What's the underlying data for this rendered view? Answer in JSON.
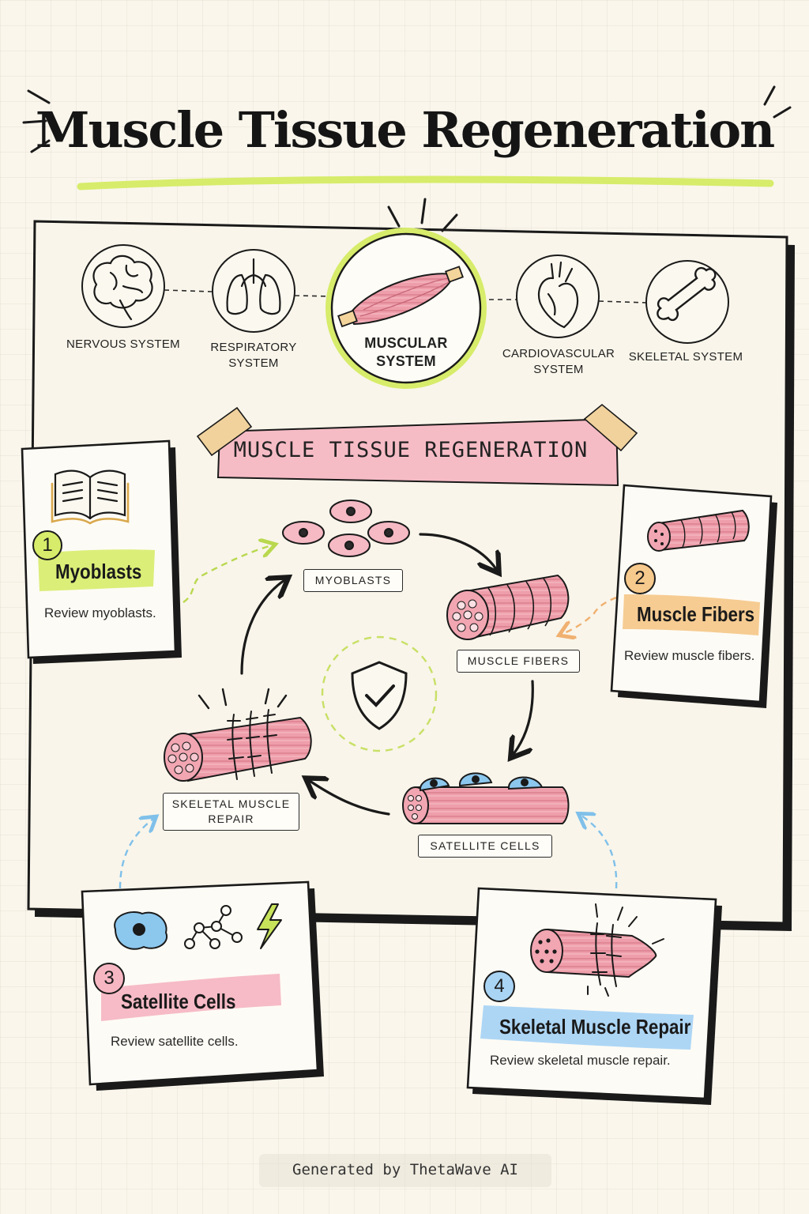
{
  "title": "Muscle Tissue Regeneration",
  "systems": {
    "nervous": "NERVOUS SYSTEM",
    "respiratory": "RESPIRATORY SYSTEM",
    "muscular": "MUSCULAR SYSTEM",
    "cardiovascular": "CARDIOVASCULAR SYSTEM",
    "skeletal": "SKELETAL SYSTEM"
  },
  "banner": "MUSCLE TISSUE REGENERATION",
  "cycle": {
    "myoblasts": "MYOBLASTS",
    "muscle_fibers": "MUSCLE FIBERS",
    "satellite_cells": "SATELLITE CELLS",
    "skeletal_muscle_repair": "SKELETAL MUSCLE REPAIR"
  },
  "cards": {
    "c1": {
      "number": "1",
      "title": "Myoblasts",
      "desc": "Review myoblasts."
    },
    "c2": {
      "number": "2",
      "title": "Muscle Fibers",
      "desc": "Review muscle fibers."
    },
    "c3": {
      "number": "3",
      "title": "Satellite Cells",
      "desc": "Review satellite cells."
    },
    "c4": {
      "number": "4",
      "title": "Skeletal Muscle Repair",
      "desc": "Review skeletal muscle repair."
    }
  },
  "colors": {
    "green": "#d7ec6a",
    "orange": "#f6c98c",
    "pink": "#f6b7c3",
    "blue": "#a9d4f4",
    "muscle": "#ec9aa6",
    "cell_blue": "#7fc0ea"
  },
  "footer": "Generated by ThetaWave AI"
}
